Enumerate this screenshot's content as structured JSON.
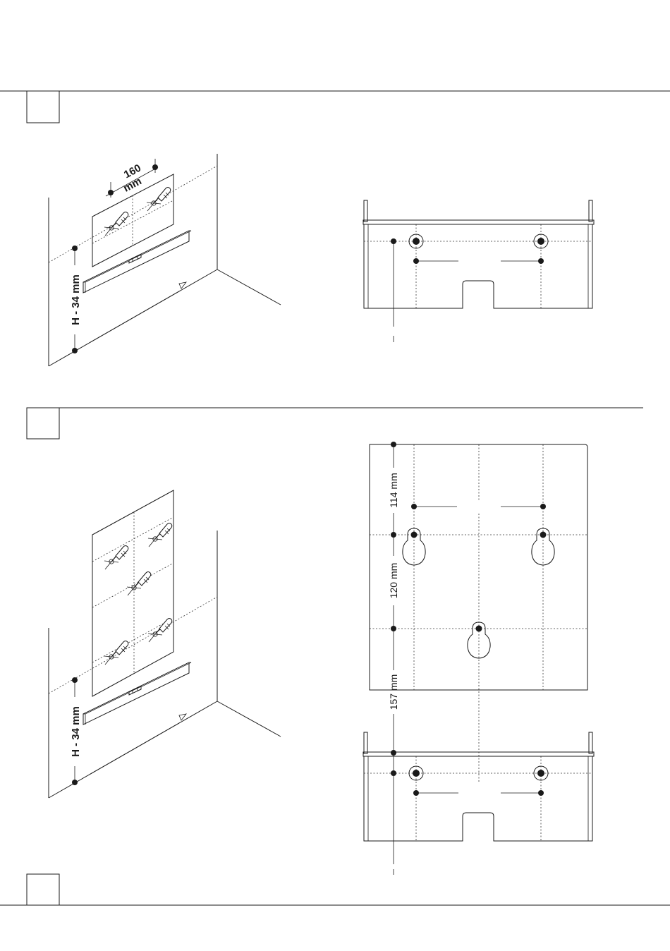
{
  "step_boxes": [
    "",
    "",
    ""
  ],
  "section1": {
    "spacing_label_value": "160",
    "spacing_label_unit": "mm",
    "height_label": "H - 34 mm"
  },
  "section2": {
    "height_label": "H - 34 mm",
    "dim_top": "114 mm",
    "dim_middle": "120 mm",
    "dim_bottom": "157 mm"
  },
  "icons": [
    "screwdriver-icon",
    "spirit-level-icon",
    "keyhole-slot-icon",
    "drill-hole-icon",
    "floor-arrow-icon"
  ]
}
